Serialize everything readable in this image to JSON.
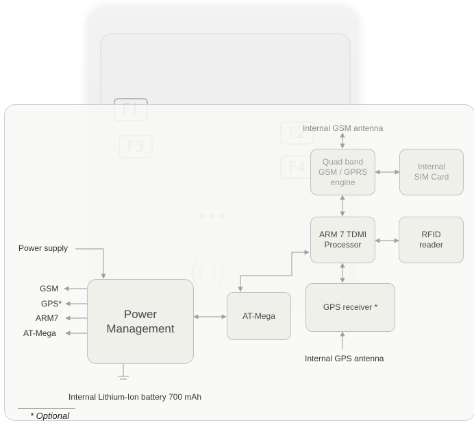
{
  "device": {
    "keys": [
      "F1",
      "F2",
      "F3",
      "F4"
    ]
  },
  "nodes": {
    "gsm_engine": "Quad band\nGSM / GPRS\nengine",
    "sim_card": "Internal\nSIM Card",
    "arm_processor": "ARM 7 TDMI\nProcessor",
    "rfid_reader": "RFID\nreader",
    "gps_receiver": "GPS receiver *",
    "at_mega": "AT-Mega",
    "power_management": "Power\nManagement"
  },
  "labels": {
    "gsm_antenna": "Internal GSM antenna",
    "gps_antenna": "Internal GPS antenna",
    "power_supply": "Power supply",
    "battery": "Internal Lithium-Ion battery 700 mAh"
  },
  "power_outputs": [
    "GSM",
    "GPS*",
    "ARM7",
    "AT-Mega"
  ],
  "footnote": "* Optional",
  "colors": {
    "box_fill": "#eeeee8",
    "box_border": "#bfbfbf",
    "wire": "#a0a0a0"
  }
}
